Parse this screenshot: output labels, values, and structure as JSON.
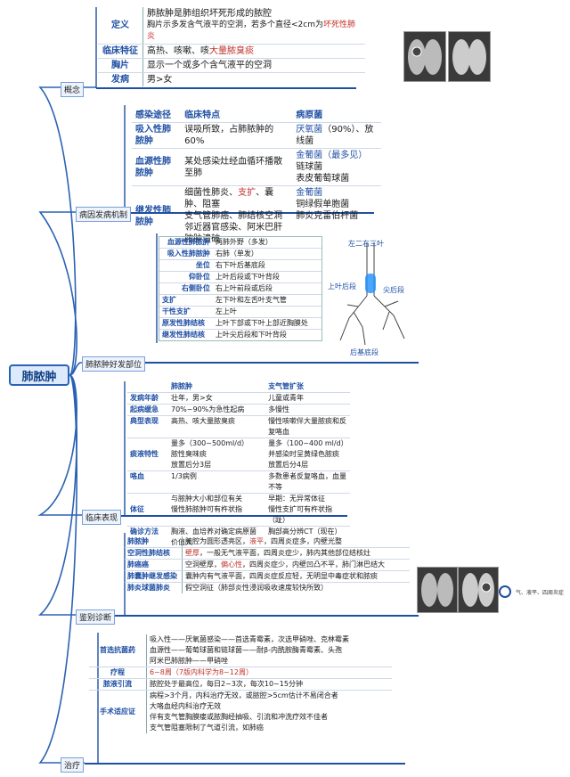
{
  "root": "肺脓肿",
  "branches": {
    "concept": "概念",
    "pathogenesis": "病因发病机制",
    "site": "肺脓肿好发部位",
    "clinical": "临床表现",
    "diff": "鉴别诊断",
    "treatment": "治疗"
  },
  "concept": {
    "rows": [
      {
        "k": "定义",
        "v1": "肺脓肿是肺组织坏死形成的脓腔",
        "v2a": "胸片示多发含气液平的空洞，若多个直径<2cm为",
        "v2b": "坏死性肺炎"
      },
      {
        "k": "临床特征",
        "va": "高热、咳嗽、咳",
        "vb": "大量脓臭痰"
      },
      {
        "k": "胸片",
        "v": "显示一个或多个含气液平的空洞"
      },
      {
        "k": "发病",
        "v": "男>女"
      }
    ]
  },
  "pathogenesis": {
    "headers": [
      "感染途径",
      "临床特点",
      "病原菌"
    ],
    "rows": [
      {
        "route": "吸入性肺脓肿",
        "feat": "误吸所致，占肺脓肿的60%",
        "p1": "厌氧菌",
        "p2": "（90%）、放线菌"
      },
      {
        "route": "血源性肺脓肿",
        "feat": "某处感染灶经血循环播散至肺",
        "pathogens": [
          "金葡菌（最多见）",
          "链球菌",
          "表皮葡萄球菌"
        ]
      },
      {
        "route": "继发性肺脓肿",
        "f1": "细菌性肺炎、",
        "f1b": "支扩",
        "f1c": "、囊肿、阻塞",
        "f2": "支气管肺癌、肺结核空洞",
        "f3": "邻近器官感染、阿米巴肝脓肿溃破",
        "pathogens": [
          "金葡菌",
          "铜绿假单胞菌",
          "肺炎克雷伯杆菌"
        ]
      }
    ]
  },
  "site": {
    "rows": [
      {
        "k": "血源性肺脓肿",
        "v": "两肺外野（多发）"
      },
      {
        "k": "吸入性肺脓肿",
        "v": "右肺（单发）"
      },
      {
        "k": "坐位",
        "v": "右下叶后基底段"
      },
      {
        "k": "仰卧位",
        "v": "上叶后段或下叶背段"
      },
      {
        "k": "右侧卧位",
        "v": "右上叶前段或后段"
      },
      {
        "k": "支扩",
        "v": "左下叶和左舌叶支气管"
      },
      {
        "k": "干性支扩",
        "v": "左上叶"
      },
      {
        "k": "原发性肺结核",
        "v": "上叶下部或下叶上部近胸膜处"
      },
      {
        "k": "继发性肺结核",
        "v": "上叶尖后段和下叶背段"
      }
    ],
    "diagram_labels": [
      "左二右三叶",
      "上叶后段",
      "尖后段",
      "后基底段"
    ]
  },
  "clinical": {
    "headers": [
      "肺脓肿",
      "支气管扩张"
    ],
    "rows": [
      {
        "k": "发病年龄",
        "a": "壮年，男>女",
        "b": "儿童或青年"
      },
      {
        "k": "起病缓急",
        "a": "70%~90%为急性起病",
        "b": "多慢性"
      },
      {
        "k": "典型表现",
        "a": "高热、咳大量脓臭痰",
        "b": "慢性咳嗽伴大量脓痰和反复咯血"
      },
      {
        "k": "痰液特性",
        "a": "量多（300~500ml/d）|脓性臭味痰|放置后分3层",
        "b": "量多（100~400 ml/d）|并感染时呈黄绿色脓痰|放置后分4层"
      },
      {
        "k": "咯血",
        "a": "1/3病例",
        "b": "多数患者反复咯血，血量不等"
      },
      {
        "k": "体征",
        "a": "与脓肿大小和部位有关|慢性肺脓肿可有杵状指",
        "b": "早期：无异常体征|慢性支扩可有杵状指（趾）"
      },
      {
        "k": "确诊方法",
        "a": "胸液、血培养对确定病原菌价值大",
        "b": "胸部高分辨CT（现在）"
      }
    ]
  },
  "diff": {
    "rows": [
      {
        "k": "肺脓肿",
        "v": "脓腔为圆形透亮区，",
        "v2": "液平",
        "v3": "，四周炎症多，内壁光整"
      },
      {
        "k": "空洞性肺结核",
        "v": "壁厚",
        "v2": "，一般无气液平面，四周炎症少，肺内其他部位结核灶"
      },
      {
        "k": "肺癌癌",
        "v": "空洞壁厚，",
        "v2": "偏心性",
        "v3": "，四周炎症少，内壁凹凸不平，肺门淋巴结大"
      },
      {
        "k": "肺囊肿继发感染",
        "v": "囊肿内有气液平面，四周炎症反应轻，无明显中毒症状和脓痰"
      },
      {
        "k": "肺炎球菌肺炎",
        "v": "假空洞征（肺部炎性浸润吸收速度较快所致）"
      }
    ],
    "xray_caption": "气、液平、四周炎症"
  },
  "treatment": {
    "rows": [
      {
        "k": "首选抗菌药",
        "lines": [
          "吸入性——厌氧菌感染——首选青霉素，次选甲硝唑、克林霉素",
          "血源性——葡萄球菌和链球菌——耐β-内酰胺酶青霉素、头孢",
          "阿米巴肺脓肿——甲硝唑"
        ]
      },
      {
        "k": "疗程",
        "v": "6~8周（7版内科学为8~12周）"
      },
      {
        "k": "脓液引流",
        "v": "脓腔处于最高位，每日2~3次，每次10~15分钟"
      },
      {
        "k": "手术适应证",
        "lines": [
          "病程>3个月，内科治疗无效，或脓腔>5cm估计不易闭合者",
          "大咯血经内科治疗无效",
          "伴有支气管胸膜瘘或脓胸经抽吸、引流和冲洗疗效不佳者",
          "支气管阻塞限制了气道引流，如肺癌"
        ]
      }
    ]
  }
}
